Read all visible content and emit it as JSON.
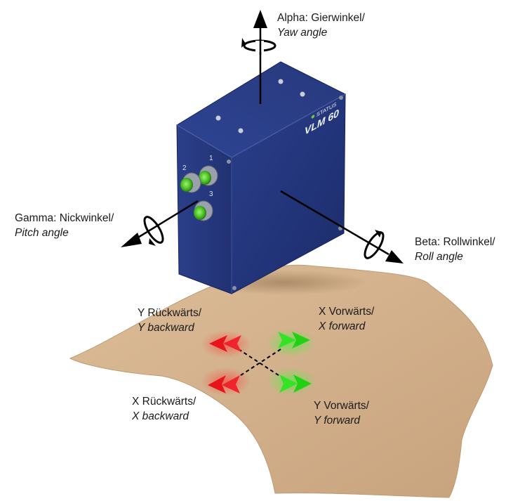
{
  "device": {
    "brand": "STATUS",
    "model": "VLM 60",
    "port_numbers": [
      "1",
      "2",
      "3"
    ]
  },
  "labels": {
    "alpha": {
      "de": "Alpha: Gierwinkel/",
      "en": "Yaw angle"
    },
    "gamma": {
      "de": "Gamma: Nickwinkel/",
      "en": "Pitch angle"
    },
    "beta": {
      "de": "Beta: Rollwinkel/",
      "en": "Roll angle"
    },
    "y_backward": {
      "de": "Y Rückwärts/",
      "en": "Y backward"
    },
    "x_forward": {
      "de": "X Vorwärts/",
      "en": "X forward"
    },
    "x_backward": {
      "de": "X Rückwärts/",
      "en": "X backward"
    },
    "y_forward": {
      "de": "Y Vorwärts/",
      "en": "Y forward"
    }
  },
  "colors": {
    "device_blue": "#22357a",
    "surface": "#d3b28e",
    "forward_arrow": "#2bdc1f",
    "backward_arrow": "#ee1c24",
    "axis": "#000000",
    "connector_green": "#5fd22a"
  }
}
